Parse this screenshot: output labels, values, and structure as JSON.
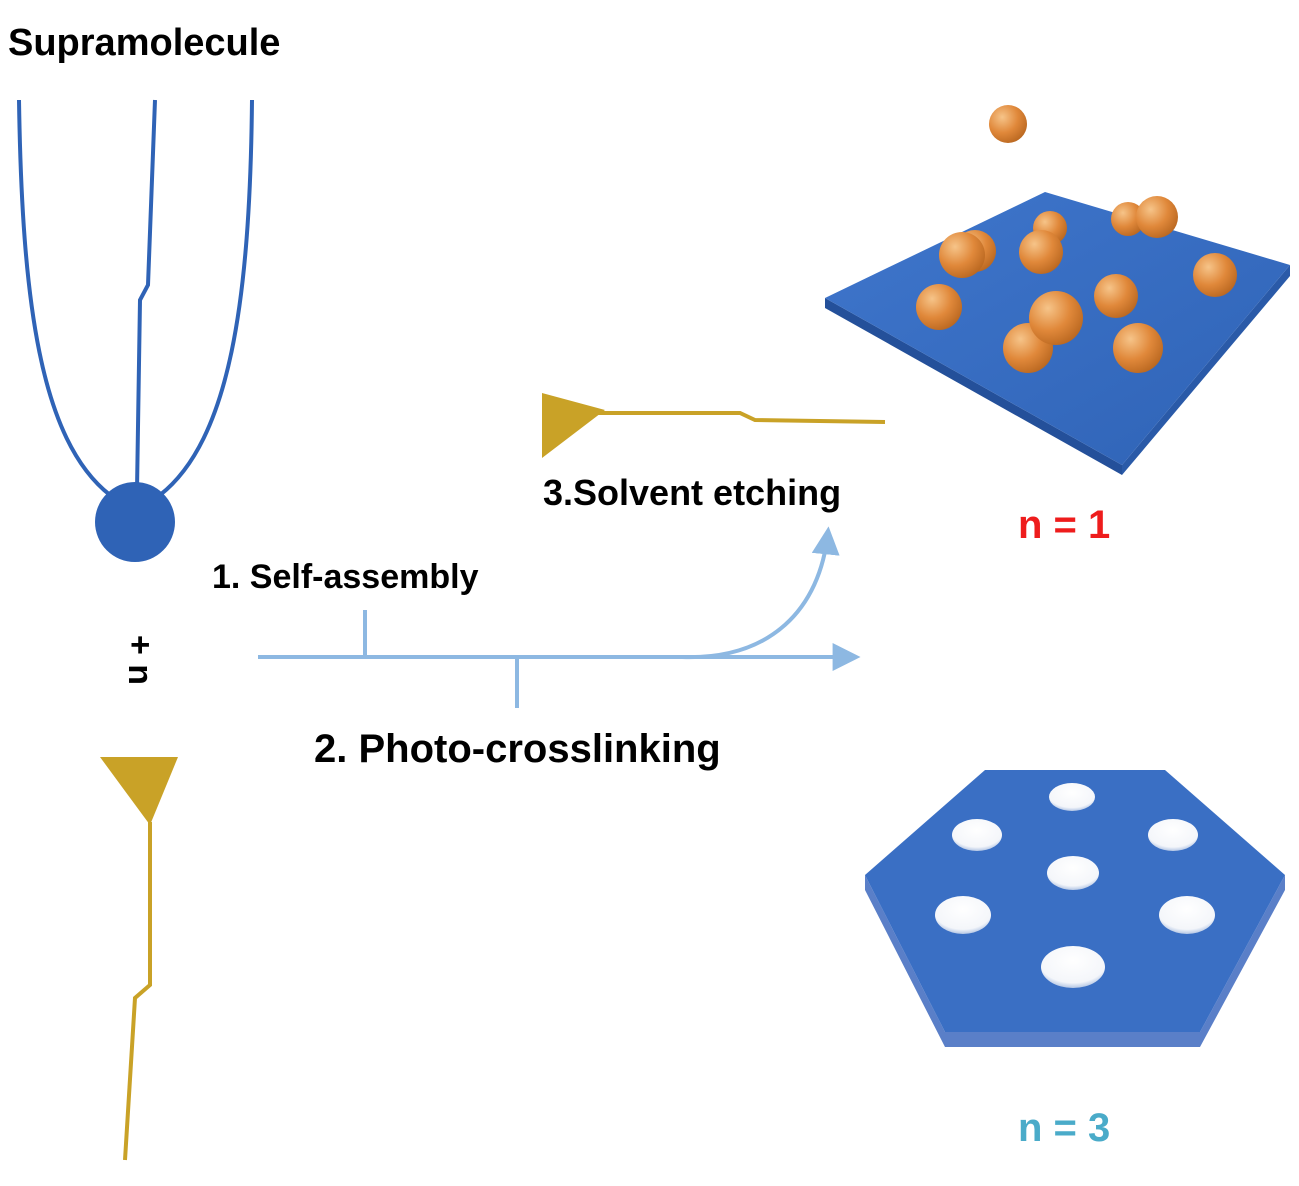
{
  "title": "Supramolecule",
  "plus_n": "+ n",
  "steps": {
    "self_assembly": "1. Self-assembly",
    "photo_crosslinking": "2. Photo-crosslinking",
    "solvent_etching": "3.Solvent etching"
  },
  "outcomes": {
    "n1": {
      "label": "n = 1",
      "color": "#ee1c1c"
    },
    "n3": {
      "label": "n = 3",
      "color": "#4aabc9"
    }
  },
  "colors": {
    "polymer_blue": "#2f63b6",
    "gold": "#c9a227",
    "arrow": "#8db8e2",
    "film": "#3a6fc4",
    "sphere": "#e0883a"
  }
}
